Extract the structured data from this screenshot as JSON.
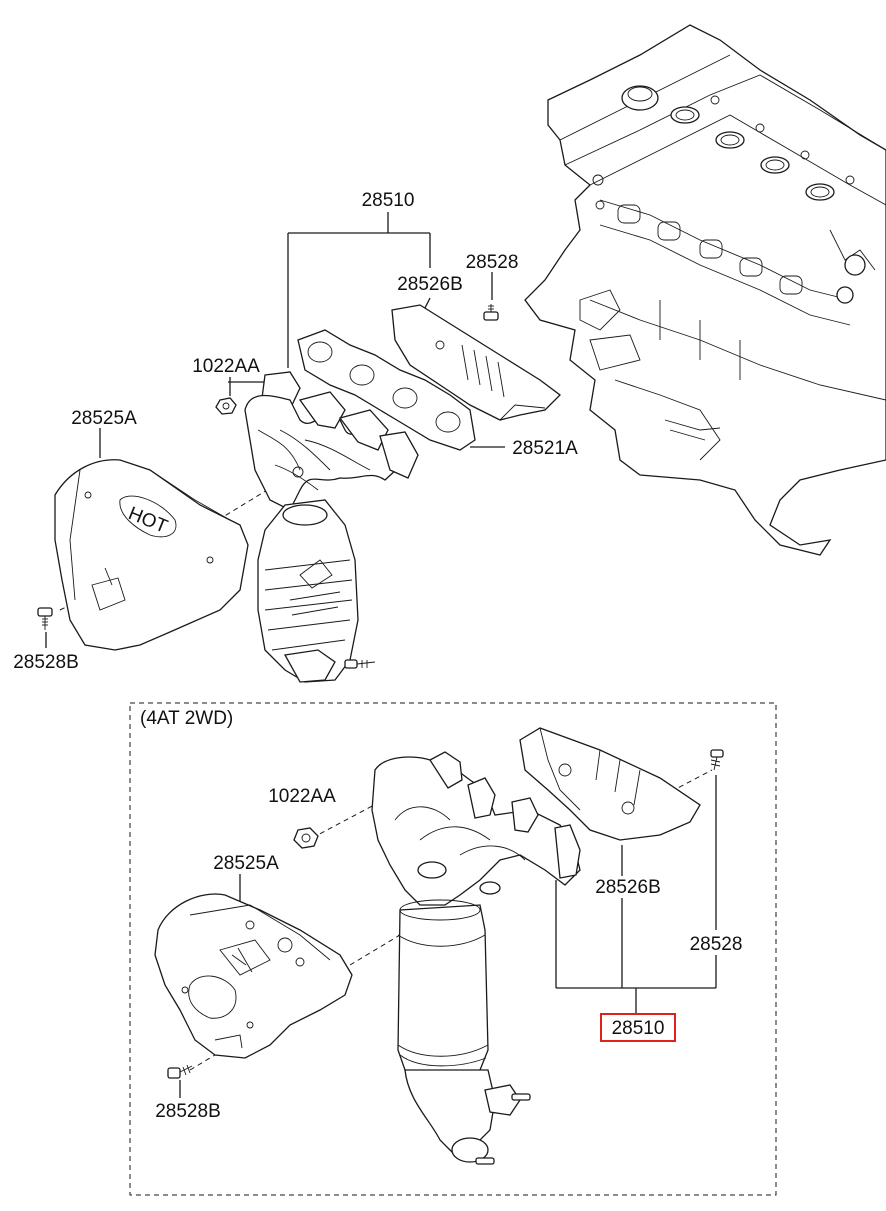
{
  "callouts": {
    "top_28510": "28510",
    "top_28528": "28528",
    "top_28526B": "28526B",
    "top_1022AA": "1022AA",
    "top_28525A": "28525A",
    "top_28521A": "28521A",
    "top_28528B": "28528B",
    "box_title": "(4AT 2WD)",
    "bottom_1022AA": "1022AA",
    "bottom_28525A": "28525A",
    "bottom_28526B": "28526B",
    "bottom_28528": "28528",
    "bottom_28510": "28510",
    "bottom_28528B": "28528B"
  },
  "shield_emboss": "HOT",
  "colors": {
    "highlight": "#e0201c",
    "line": "#1a1a1a"
  }
}
